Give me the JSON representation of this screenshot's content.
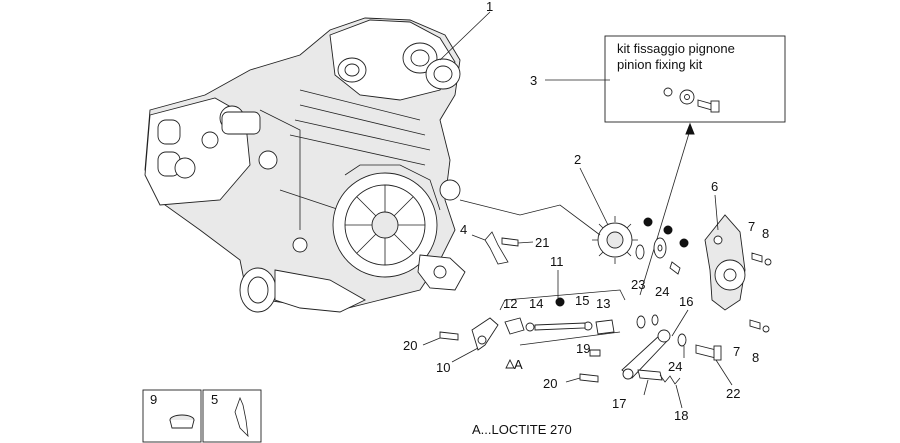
{
  "kit_box": {
    "line1": "kit fissaggio pignone",
    "line2": "pinion fixing kit"
  },
  "legend_note": "A...LOCTITE 270",
  "loctite_marker": "A",
  "callouts": [
    {
      "id": "c1",
      "text": "1"
    },
    {
      "id": "c2",
      "text": "2"
    },
    {
      "id": "c3",
      "text": "3"
    },
    {
      "id": "c4",
      "text": "4"
    },
    {
      "id": "c5",
      "text": "5"
    },
    {
      "id": "c6",
      "text": "6"
    },
    {
      "id": "c7a",
      "text": "7"
    },
    {
      "id": "c7b",
      "text": "7"
    },
    {
      "id": "c8a",
      "text": "8"
    },
    {
      "id": "c8b",
      "text": "8"
    },
    {
      "id": "c9",
      "text": "9"
    },
    {
      "id": "c10",
      "text": "10"
    },
    {
      "id": "c11",
      "text": "11"
    },
    {
      "id": "c12",
      "text": "12"
    },
    {
      "id": "c13",
      "text": "13"
    },
    {
      "id": "c14",
      "text": "14"
    },
    {
      "id": "c15",
      "text": "15"
    },
    {
      "id": "c16",
      "text": "16"
    },
    {
      "id": "c17",
      "text": "17"
    },
    {
      "id": "c18",
      "text": "18"
    },
    {
      "id": "c19",
      "text": "19"
    },
    {
      "id": "c20a",
      "text": "20"
    },
    {
      "id": "c20b",
      "text": "20"
    },
    {
      "id": "c21",
      "text": "21"
    },
    {
      "id": "c22",
      "text": "22"
    },
    {
      "id": "c23",
      "text": "23"
    },
    {
      "id": "c24a",
      "text": "24"
    },
    {
      "id": "c24b",
      "text": "24"
    }
  ]
}
